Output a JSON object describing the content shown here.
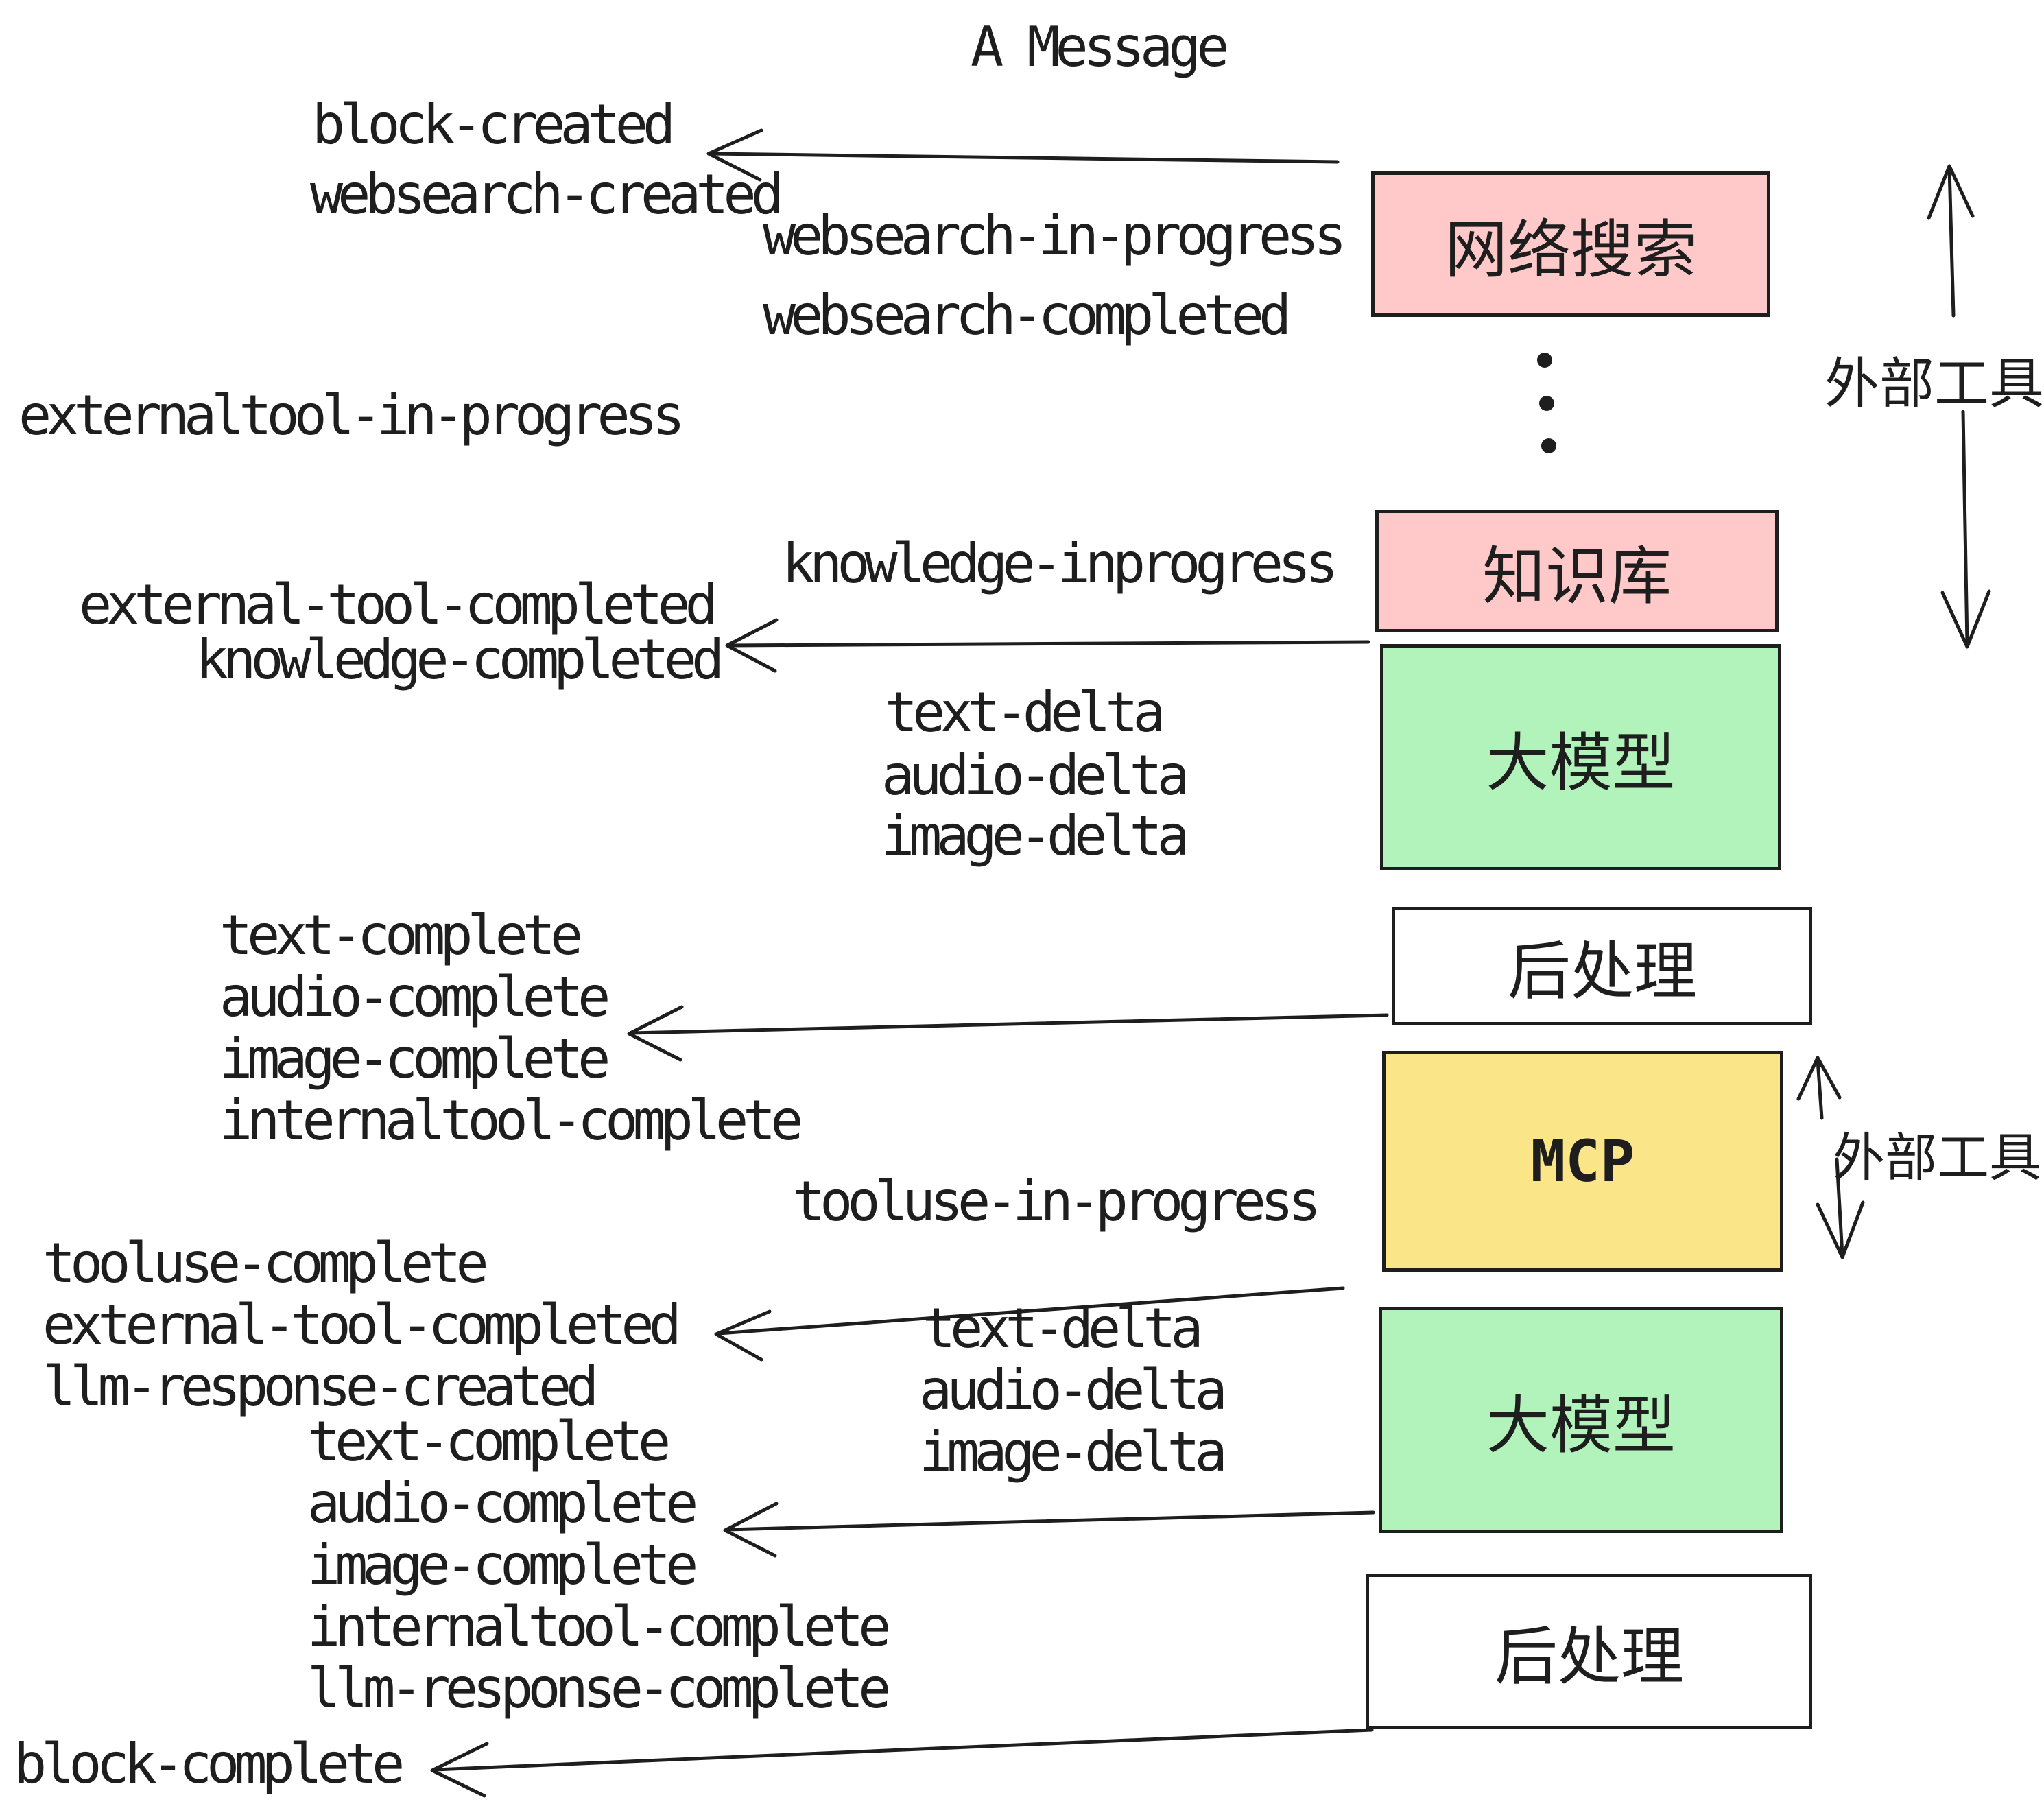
{
  "title": "A Message",
  "labels": [
    {
      "id": "block-created",
      "text": "block-created"
    },
    {
      "id": "websearch-created",
      "text": "websearch-created"
    },
    {
      "id": "websearch-in-progress",
      "text": "websearch-in-progress"
    },
    {
      "id": "websearch-completed",
      "text": "websearch-completed"
    },
    {
      "id": "externaltool-in-progress",
      "text": "externaltool-in-progress"
    },
    {
      "id": "knowledge-inprogress",
      "text": "knowledge-inprogress"
    },
    {
      "id": "external-tool-completed",
      "text": "external-tool-completed"
    },
    {
      "id": "knowledge-completed",
      "text": "knowledge-completed"
    },
    {
      "id": "text-delta-1",
      "text": "text-delta"
    },
    {
      "id": "audio-delta-1",
      "text": "audio-delta"
    },
    {
      "id": "image-delta-1",
      "text": "image-delta"
    },
    {
      "id": "text-complete-1",
      "text": "text-complete"
    },
    {
      "id": "audio-complete-1",
      "text": "audio-complete"
    },
    {
      "id": "image-complete-1",
      "text": "image-complete"
    },
    {
      "id": "internaltool-complete-1",
      "text": "internaltool-complete"
    },
    {
      "id": "tooluse-in-progress",
      "text": "tooluse-in-progress"
    },
    {
      "id": "tooluse-complete",
      "text": "tooluse-complete"
    },
    {
      "id": "external-tool-completed-2",
      "text": "external-tool-completed"
    },
    {
      "id": "llm-response-created",
      "text": "llm-response-created"
    },
    {
      "id": "text-delta-2",
      "text": "text-delta"
    },
    {
      "id": "audio-delta-2",
      "text": "audio-delta"
    },
    {
      "id": "image-delta-2",
      "text": "image-delta"
    },
    {
      "id": "text-complete-2",
      "text": "text-complete"
    },
    {
      "id": "audio-complete-2",
      "text": "audio-complete"
    },
    {
      "id": "image-complete-2",
      "text": "image-complete"
    },
    {
      "id": "internaltool-complete-2",
      "text": "internaltool-complete"
    },
    {
      "id": "llm-response-complete",
      "text": "llm-response-complete"
    },
    {
      "id": "block-complete",
      "text": "block-complete"
    }
  ],
  "boxes": [
    {
      "id": "websearch",
      "label": "网络搜索",
      "color": "#FFC9C9"
    },
    {
      "id": "knowledge",
      "label": "知识库",
      "color": "#FFC9C9"
    },
    {
      "id": "llm-1",
      "label": "大模型",
      "color": "#B2F2BB"
    },
    {
      "id": "postprocess-1",
      "label": "后处理",
      "color": "#FFFFFF"
    },
    {
      "id": "mcp",
      "label": "MCP",
      "color": "#FAE588"
    },
    {
      "id": "llm-2",
      "label": "大模型",
      "color": "#B2F2BB"
    },
    {
      "id": "postprocess-2",
      "label": "后处理",
      "color": "#FFFFFF"
    }
  ],
  "annotations": [
    {
      "id": "external-tools-top",
      "text": "外部工具"
    },
    {
      "id": "external-tools-mcp",
      "text": "外部工具"
    }
  ],
  "colors": {
    "ink": "#1e1e1e",
    "pink": "#FFC9C9",
    "green": "#B2F2BB",
    "yellow": "#FAE588",
    "white": "#FFFFFF"
  }
}
